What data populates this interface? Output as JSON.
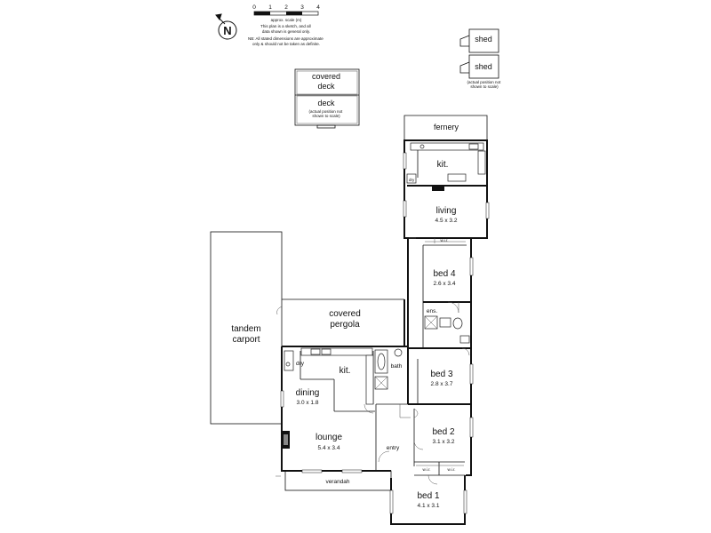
{
  "legend": {
    "scale_ticks": [
      "0",
      "1",
      "2",
      "3",
      "4"
    ],
    "scale_label": "approx. scale (m)",
    "note1": "This plan is a sketch, and all data shown is general only.",
    "note2": "NB: All stated dimensions are approximate only & should not be taken as definite.",
    "north": "N"
  },
  "outbuildings": {
    "shed1": "shed",
    "shed2": "shed",
    "shed_note": "(actual position not shown to scale)"
  },
  "deck_block": {
    "covered_deck_1": "covered",
    "covered_deck_2": "deck",
    "deck": "deck",
    "deck_note": "(actual position not shown to scale)"
  },
  "rooms": {
    "fernery": "fernery",
    "kit_upper": "kit.",
    "living": "living",
    "living_dim": "4.5 x 3.2",
    "wir_upper": "w.i.r.",
    "bed4": "bed 4",
    "bed4_dim": "2.6 x 3.4",
    "ens": "ens.",
    "tandem_1": "tandem",
    "tandem_2": "carport",
    "pergola_1": "covered",
    "pergola_2": "pergola",
    "kit_lower": "kit.",
    "dry": "dry",
    "bath": "bath",
    "bed3": "bed 3",
    "bed3_dim": "2.8 x 3.7",
    "dining": "dining",
    "dining_dim": "3.0 x 1.8",
    "lounge": "lounge",
    "lounge_dim": "5.4 x 3.4",
    "bed2": "bed 2",
    "bed2_dim": "3.1 x 3.2",
    "entry": "entry",
    "wir_1": "w.i.r.",
    "wir_2": "w.i.r.",
    "verandah": "verandah",
    "bed1": "bed 1",
    "bed1_dim": "4.1 x 3.1"
  }
}
